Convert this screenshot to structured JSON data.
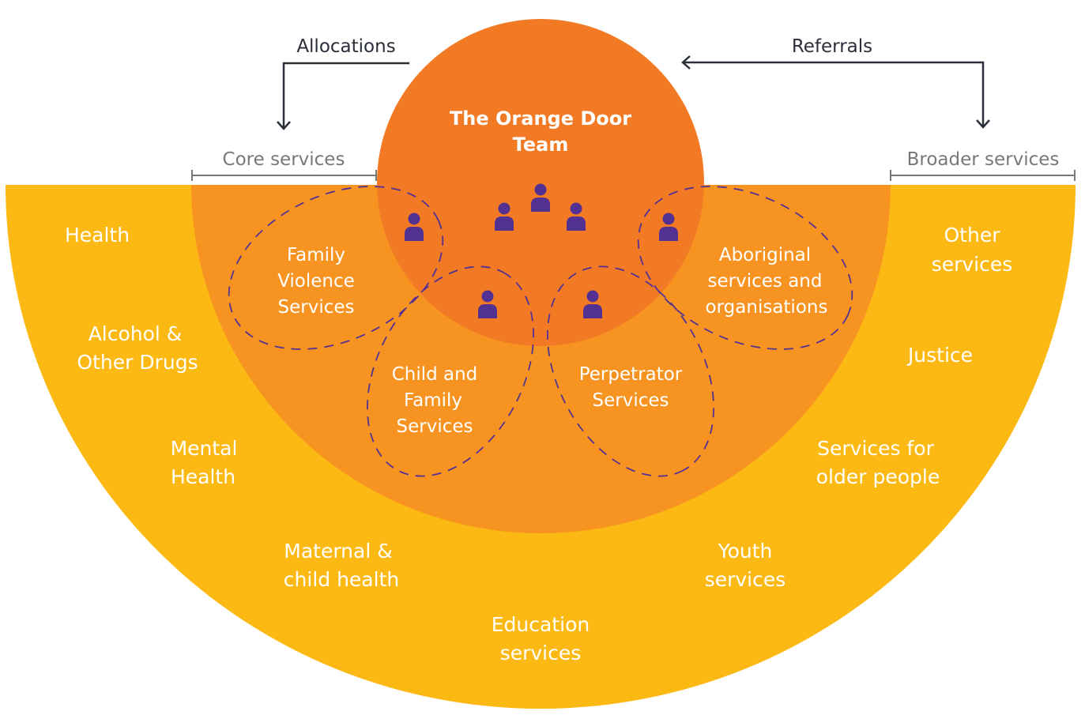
{
  "colors": {
    "outer_ring": "#FDB913",
    "core_ring": "#F79421",
    "team_circle": "#F37A25",
    "person": "#533192",
    "dashed_outline": "#533192",
    "arrow": "#2b2f3a",
    "bracket": "#77787b"
  },
  "flows": {
    "allocations": "Allocations",
    "referrals": "Referrals"
  },
  "categories": {
    "core": "Core services",
    "broader": "Broader services"
  },
  "team": {
    "title_lines": [
      "The Orange Door",
      "Team"
    ],
    "member_count": 7,
    "icon": "person-icon"
  },
  "core_services": [
    {
      "id": "family-violence",
      "lines": [
        "Family",
        "Violence",
        "Services"
      ]
    },
    {
      "id": "child-family",
      "lines": [
        "Child and",
        "Family",
        "Services"
      ]
    },
    {
      "id": "perpetrator",
      "lines": [
        "Perpetrator",
        "Services"
      ]
    },
    {
      "id": "aboriginal",
      "lines": [
        "Aboriginal",
        "services and",
        "organisations"
      ]
    }
  ],
  "broader_services": [
    {
      "id": "health",
      "lines": [
        "Health"
      ]
    },
    {
      "id": "alcohol-drugs",
      "lines": [
        "Alcohol &",
        "Other Drugs"
      ]
    },
    {
      "id": "mental-health",
      "lines": [
        "Mental",
        "Health"
      ]
    },
    {
      "id": "maternal-child-health",
      "lines": [
        "Maternal &",
        "child health"
      ]
    },
    {
      "id": "education",
      "lines": [
        "Education",
        "services"
      ]
    },
    {
      "id": "youth",
      "lines": [
        "Youth",
        "services"
      ]
    },
    {
      "id": "older-people",
      "lines": [
        "Services for",
        "older people"
      ]
    },
    {
      "id": "justice",
      "lines": [
        "Justice"
      ]
    },
    {
      "id": "other",
      "lines": [
        "Other",
        "services"
      ]
    }
  ]
}
